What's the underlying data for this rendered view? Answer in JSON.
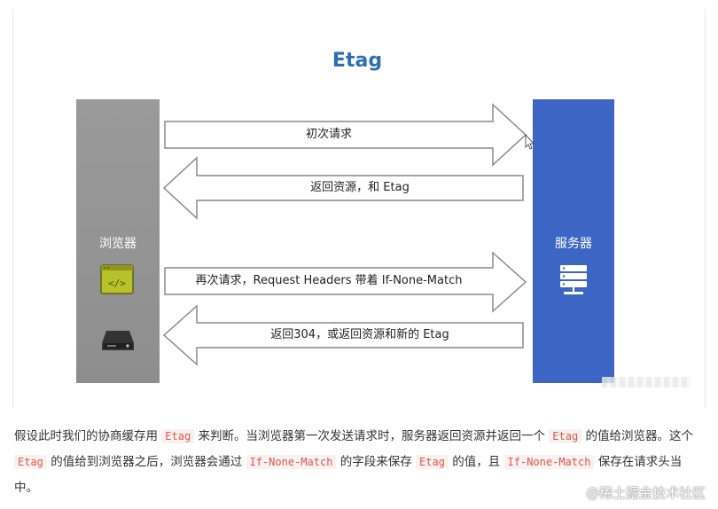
{
  "title": "Etag",
  "browser": {
    "label": "浏览器"
  },
  "server": {
    "label": "服务器"
  },
  "arrows": [
    {
      "label": "初次请求",
      "direction": "right"
    },
    {
      "label": "返回资源，和 Etag",
      "direction": "left"
    },
    {
      "label": "再次请求，Request Headers 带着 If-None-Match",
      "direction": "right"
    },
    {
      "label": "返回304，或返回资源和新的 Etag",
      "direction": "left"
    }
  ],
  "paragraph": {
    "t1": "假设此时我们的协商缓存用 ",
    "c1": "Etag",
    "t2": " 来判断。当浏览器第一次发送请求时，服务器返回资源并返回一个 ",
    "c2": "Etag",
    "t3": " 的值给浏览器。这个 ",
    "c3": "Etag",
    "t4": " 的值给到浏览器之后，浏览器会通过 ",
    "c4": "If-None-Match",
    "t5": " 的字段来保存 ",
    "c5": "Etag",
    "t6": " 的值，且 ",
    "c6": "If-None-Match",
    "t7": " 保存在请求头当中。"
  },
  "watermark": "@稀土掘金技术社区",
  "colors": {
    "title": "#2f6db5",
    "browser_column": "#909090",
    "server_column": "#3d66c4",
    "code_icon": "#b7c22a",
    "inline_code": "#e45649"
  },
  "icons": [
    "code-window-icon",
    "hard-drive-icon",
    "server-rack-icon"
  ]
}
